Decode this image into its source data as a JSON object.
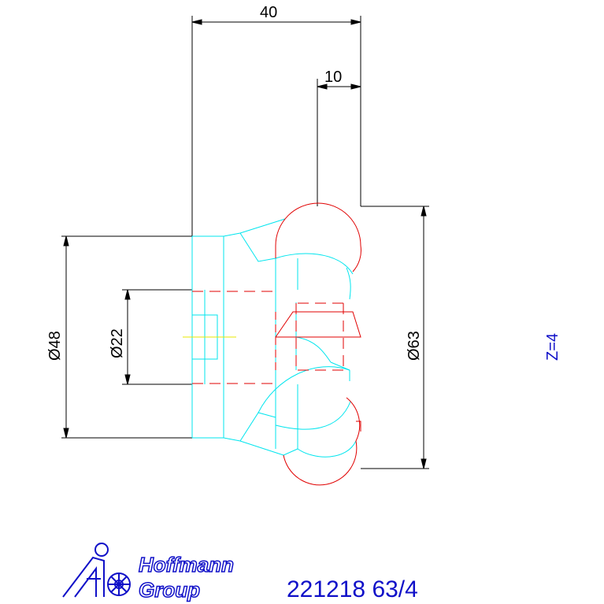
{
  "dimensions": {
    "overall_length": "40",
    "head_offset": "10",
    "diameter_48": "Ø48",
    "diameter_22": "Ø22",
    "diameter_63": "Ø63"
  },
  "note": {
    "teeth": "Z=4"
  },
  "footer": {
    "logo_line1": "Hoffmann",
    "logo_line2": "Group",
    "part_number": "221218 63/4"
  },
  "colors": {
    "dimension": "#000000",
    "body": "#00e5ee",
    "insert": "#e00000",
    "centerline": "#e8e800",
    "brand": "#1010c8"
  }
}
